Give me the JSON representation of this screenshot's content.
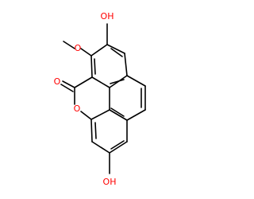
{
  "molecule": {
    "atoms": [
      {
        "id": "oh-top",
        "text": "OH",
        "color": "#ff0000"
      },
      {
        "id": "o-methoxy",
        "text": "O",
        "color": "#ff0000"
      },
      {
        "id": "o-carbonyl",
        "text": "O",
        "color": "#ff0000"
      },
      {
        "id": "o-ring",
        "text": "O",
        "color": "#ff0000"
      },
      {
        "id": "oh-bottom",
        "text": "OH",
        "color": "#ff0000"
      }
    ],
    "bond_color": "#000000"
  }
}
